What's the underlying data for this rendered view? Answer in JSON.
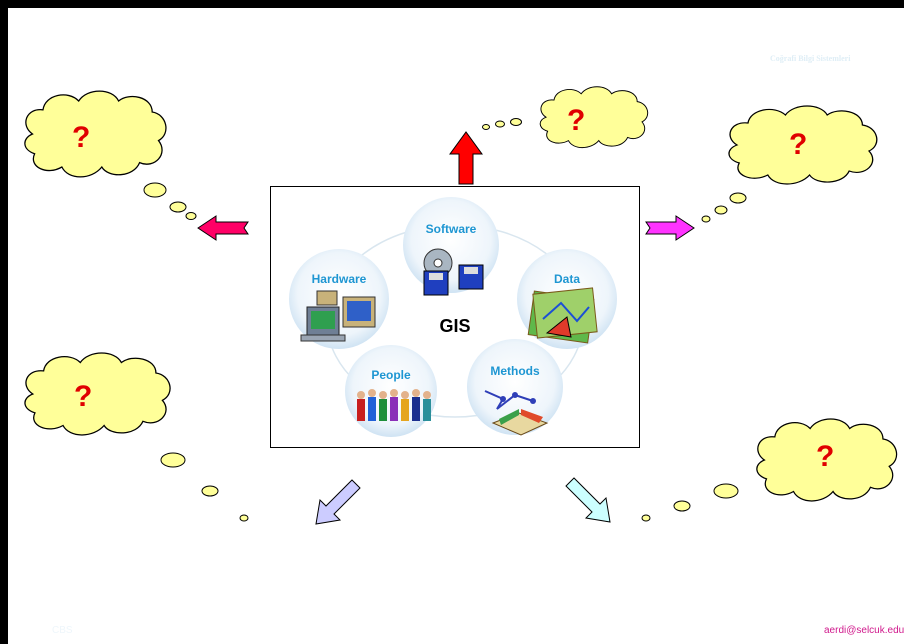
{
  "header": {
    "title": "Coğrafi Bilgi Sistemleri"
  },
  "footer": {
    "left": "CBS",
    "right": "aerdi@selcuk.edu.tr"
  },
  "diagram": {
    "center": "GIS",
    "components": [
      "Software",
      "Hardware",
      "Data",
      "People",
      "Methods"
    ]
  },
  "clouds": [
    "?",
    "?",
    "?",
    "?",
    "?"
  ],
  "colors": {
    "cloud_fill": "#ffff99",
    "question": "#e00000",
    "arrow_up": "#ff0000",
    "arrow_left": "#ff0066",
    "arrow_right": "#ff33ff",
    "arrow_down_left": "#ccccff",
    "arrow_down_right": "#ccffff"
  }
}
